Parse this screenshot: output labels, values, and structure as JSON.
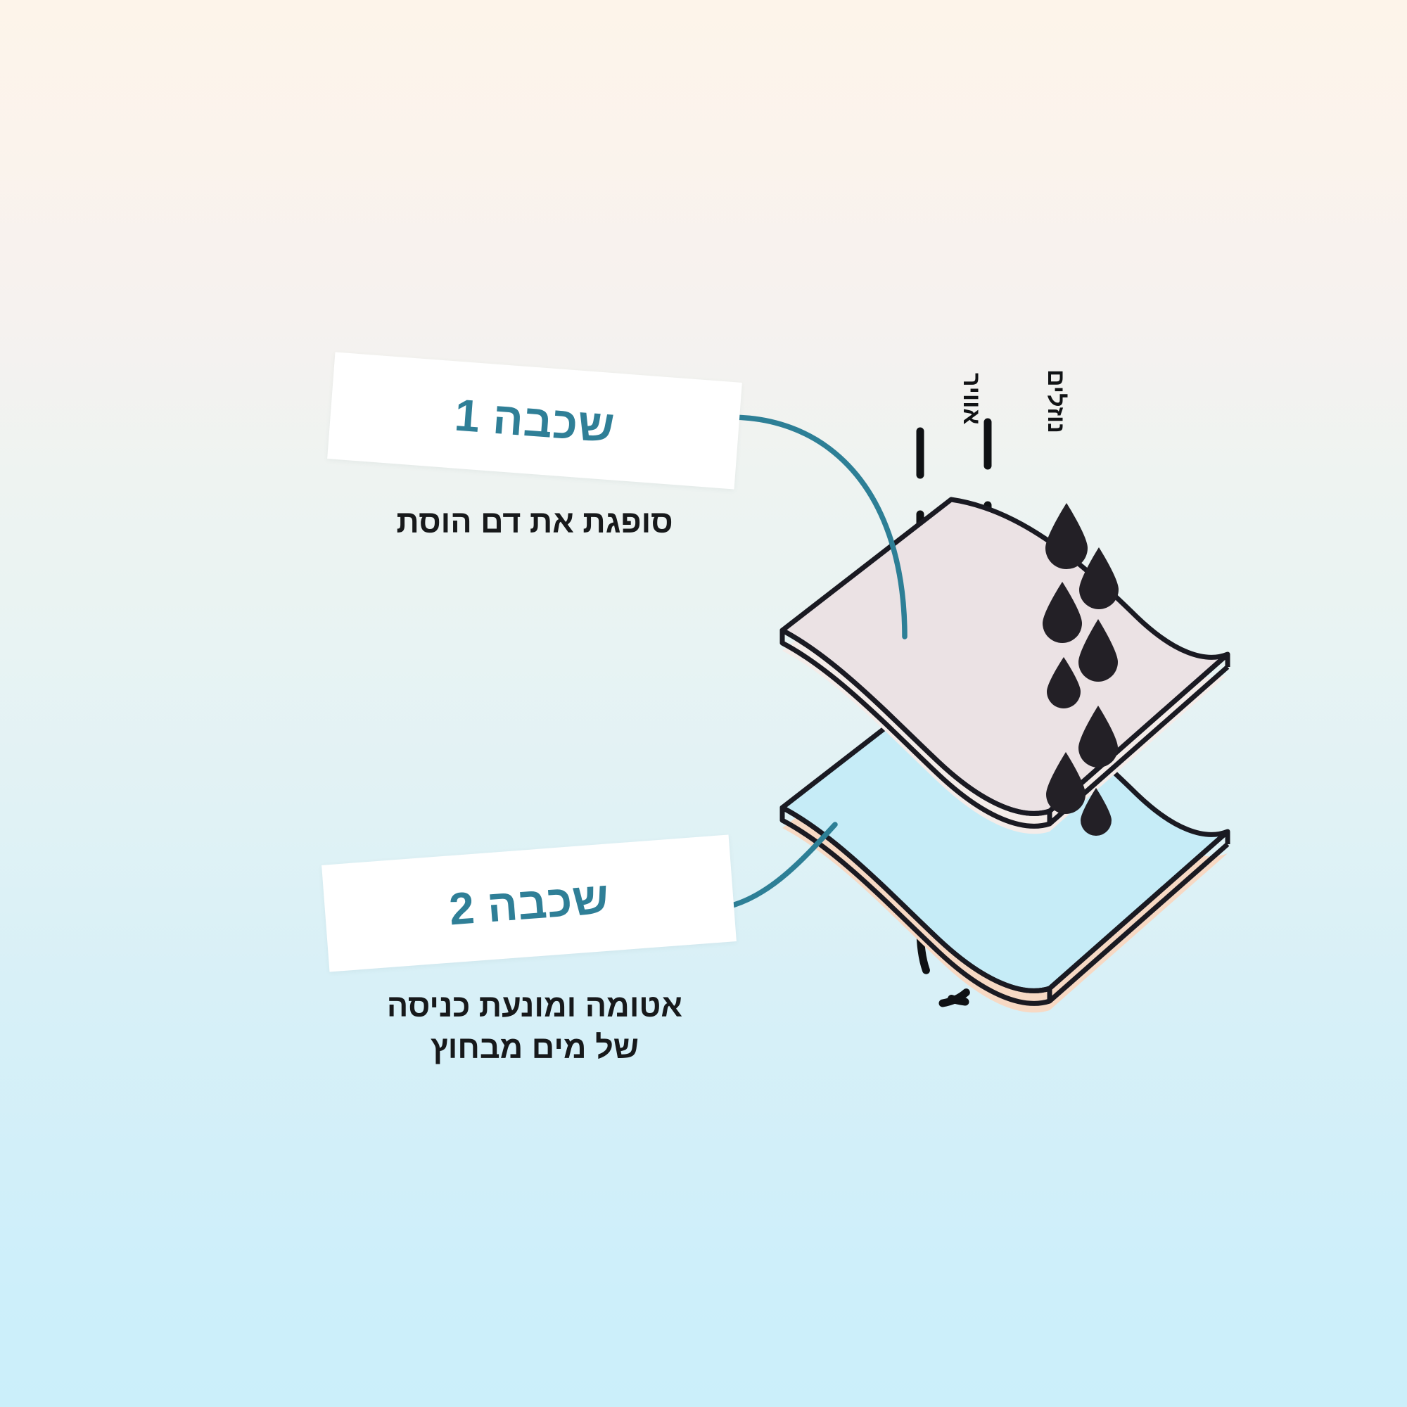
{
  "meta": {
    "language": "he",
    "direction": "rtl",
    "title": "תרשים שכבות"
  },
  "colors": {
    "background_top": "#fdf4ea",
    "background_bottom": "#cbeffa",
    "accent_teal": "#2f7f97",
    "arrow_teal": "#2d7f96",
    "layer1_fill": "#ebe2e4",
    "layer1_edge": "#f4ece9",
    "layer2_fill": "#c6ecf7",
    "layer2_edge": "#f7d9c4",
    "outline": "#1a1a22",
    "droplet": "#232026",
    "card_background": "#ffffff",
    "body_text": "#17191b"
  },
  "cards": [
    {
      "id": "layer-1",
      "title": "שכבה 1",
      "subtitle": "סופגת את דם הוסת"
    },
    {
      "id": "layer-2",
      "title": "שכבה 2",
      "subtitle": "אטומה ומונעת כניסה\nשל מים מבחוץ"
    }
  ],
  "vertical_labels": [
    {
      "id": "air",
      "text": "אוויר"
    },
    {
      "id": "liquids",
      "text": "נוזלים"
    }
  ],
  "diagram": {
    "type": "exploded-layer-illustration",
    "layer_count": 2,
    "layers": [
      {
        "name": "שכבה 1",
        "fill": "#ebe2e4",
        "role": "absorbent-top-sheet"
      },
      {
        "name": "שכבה 2",
        "fill": "#c6ecf7",
        "role": "waterproof-bottom-sheet"
      }
    ],
    "droplet_count": 8,
    "airflow_lines": 2,
    "arrow_count": 2
  }
}
